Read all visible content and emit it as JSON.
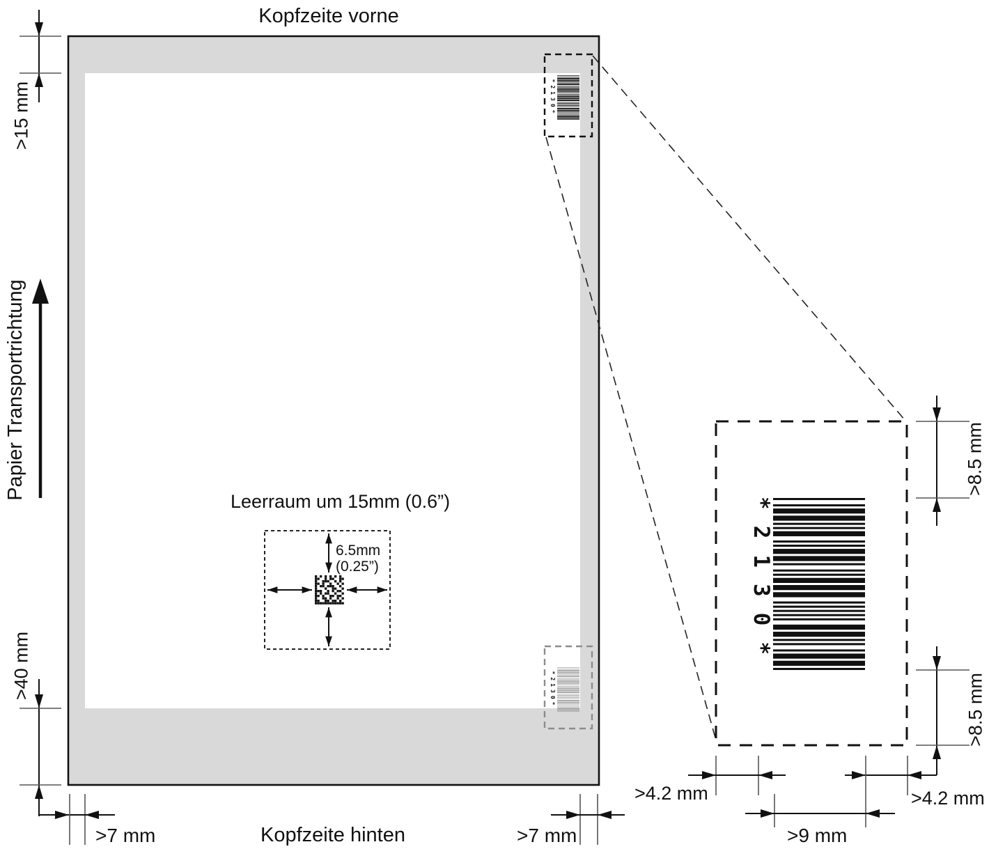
{
  "titles": {
    "top": "Kopfzeite vorne",
    "bottom": "Kopfzeite hinten"
  },
  "left_dims": {
    "top_margin": ">15 mm",
    "bottom_margin": ">40 mm",
    "left_margin": ">7 mm",
    "right_margin": ">7 mm",
    "transport": "Papier Transportrichtung"
  },
  "center": {
    "title": "Leerraum um 15mm (0.6”)",
    "gap_line1": "6.5mm",
    "gap_line2": "(0.25”)"
  },
  "zoom_dims": {
    "top": ">8.5 mm",
    "bottom": ">8.5 mm",
    "left": ">4.2 mm",
    "right": ">4.2 mm",
    "width": ">9 mm"
  },
  "barcode": {
    "text": "*2130*",
    "pattern": [
      1,
      2,
      1,
      1,
      2.4,
      1,
      2.4,
      1,
      1,
      1,
      1,
      1,
      2.4,
      2,
      1,
      1,
      1,
      1,
      2.4,
      1,
      2.4,
      1,
      1,
      2,
      1,
      1,
      1,
      1,
      2.4,
      1,
      2.4,
      1,
      2.4,
      2,
      1,
      1,
      1,
      1,
      1,
      1,
      1,
      1,
      1,
      2,
      2.4,
      1,
      2.4,
      1,
      1,
      1,
      1,
      2,
      1,
      1,
      2.4,
      1,
      2.4,
      1,
      1
    ]
  },
  "datamatrix": {
    "rows": [
      "101010101010",
      "110010110011",
      "100111001010",
      "110100100101",
      "101101110010",
      "100010011001",
      "111001010110",
      "101011001001",
      "110100110110",
      "100110100101",
      "110011011010",
      "111111111111"
    ]
  },
  "colors": {
    "page_margin": "#d9d9d9",
    "ink": "#111111",
    "gray_bars": "#a4a4a4",
    "gray_dash": "#8c8c8c"
  }
}
